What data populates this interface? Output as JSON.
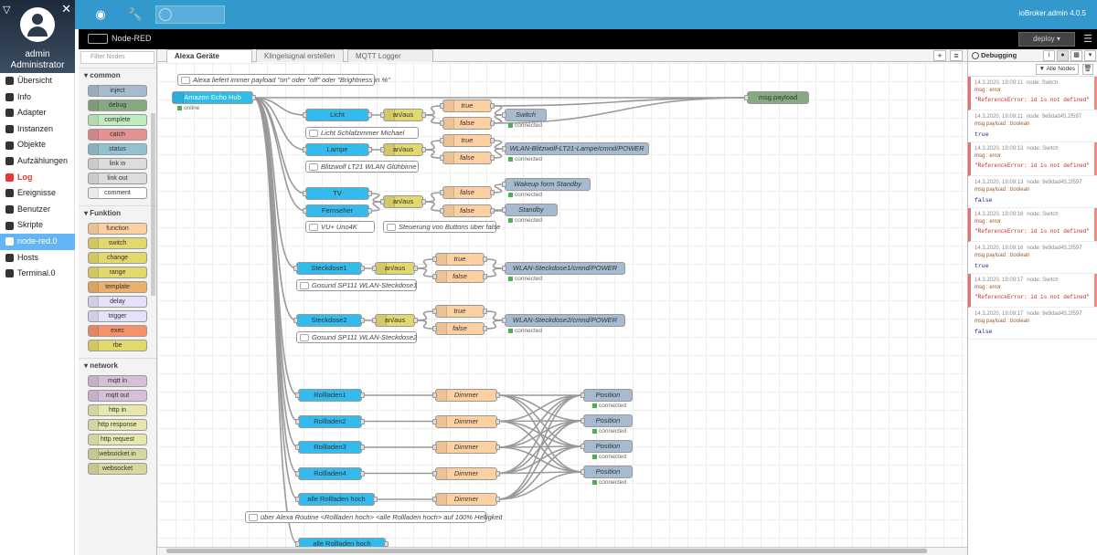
{
  "iobroker": {
    "user": {
      "name": "admin",
      "role": "Administrator"
    },
    "nav": [
      {
        "label": "Übersicht",
        "icon": "grid-icon"
      },
      {
        "label": "Info",
        "icon": "info-icon"
      },
      {
        "label": "Adapter",
        "icon": "adapter-icon"
      },
      {
        "label": "Instanzen",
        "icon": "instances-icon"
      },
      {
        "label": "Objekte",
        "icon": "objects-icon"
      },
      {
        "label": "Aufzählungen",
        "icon": "enums-icon"
      },
      {
        "label": "Log",
        "icon": "log-icon"
      },
      {
        "label": "Ereignisse",
        "icon": "events-icon"
      },
      {
        "label": "Benutzer",
        "icon": "user-icon"
      },
      {
        "label": "Skripte",
        "icon": "code-icon"
      },
      {
        "label": "node-red.0",
        "icon": "node-red-icon"
      },
      {
        "label": "Hosts",
        "icon": "hosts-icon"
      },
      {
        "label": "Terminal.0",
        "icon": "terminal-icon"
      }
    ],
    "version": "ioBroker.admin 4.0.5"
  },
  "nodered": {
    "title": "Node-RED",
    "deploy_label": "deploy",
    "palette": {
      "filter_placeholder": "Filter Nodes",
      "categories": [
        {
          "name": "common",
          "nodes": [
            "inject",
            "debug",
            "complete",
            "catch",
            "status",
            "link in",
            "link out",
            "comment"
          ],
          "colors": [
            "#a6bbcf",
            "#87a980",
            "#c0edc0",
            "#e49191",
            "#94c1d0",
            "#dddddd",
            "#dddddd",
            "#ffffff"
          ]
        },
        {
          "name": "Funktion",
          "nodes": [
            "function",
            "switch",
            "change",
            "range",
            "template",
            "delay",
            "trigger",
            "exec",
            "rbe"
          ],
          "colors": [
            "#fdd0a2",
            "#e2d96e",
            "#e2d96e",
            "#e2d96e",
            "#e9b16b",
            "#e6e0f8",
            "#e6e0f8",
            "#f3926b",
            "#e2d96e"
          ]
        },
        {
          "name": "network",
          "nodes": [
            "mqtt in",
            "mqtt out",
            "http in",
            "http response",
            "http request",
            "websocket in",
            "websocket"
          ],
          "colors": [
            "#d8bfd8",
            "#d8bfd8",
            "#e7e7ae",
            "#e7e7ae",
            "#e7e7ae",
            "#d7d7a0",
            "#d7d7a0"
          ]
        }
      ]
    },
    "tabs": [
      "Alexa Geräte",
      "Klingelsignal erstellen",
      "MQTT Logger"
    ],
    "flow": {
      "comments": [
        "Alexa liefert immer payload \"on\" oder \"off\" oder \"Brightness in %\"",
        "Licht Schlafzimmer Michael",
        "Blitzwolf LT21 WLAN Glühbirne",
        "VU+ Uno4K",
        "Steuerung von Buttons über false",
        "Gosund SP111 WLAN-Steckdose1",
        "Gosund SP111 WLAN-Steckdose2",
        "über Alexa Routine <Rollladen hoch> <alle Rollladen hoch> auf 100% Helligkeit"
      ],
      "hub": {
        "label": "Amazon Echo Hub",
        "status": "online"
      },
      "devices": [
        "Licht",
        "Lampe",
        "TV",
        "Fernseher",
        "Steckdose1",
        "Steckdose2",
        "Rollladen1",
        "Rollladen2",
        "Rollladen3",
        "Rollladen4",
        "alle Rollladen hoch"
      ],
      "switch_label": "an/aus",
      "functions": {
        "true": "true",
        "false": "false",
        "dimmer": "Dimmer"
      },
      "outputs": [
        "Switch",
        "WLAN-Blitzwolf-LT21-Lampe/cmnd/POWER",
        "Wakeup form Standby",
        "Standby",
        "WLAN-Steckdose1/cmnd/POWER",
        "WLAN-Steckdose2/cmnd/POWER",
        "Position"
      ],
      "connected": "connected",
      "debug_node": "msg.payload"
    },
    "debug": {
      "title": "Debugging",
      "filter_label": "Alle Nodes",
      "messages": [
        {
          "ts": "14.3.2020, 19:09:11",
          "node": "node: Switch",
          "type": "msg : error",
          "err": "\"ReferenceError: id is not defined\"",
          "ts2": "14.3.2020, 19:09:11",
          "node2": "node: 9e9dad45.2f597",
          "lbl": "msg.payload : boolean",
          "val": "true"
        },
        {
          "ts": "14.3.2020, 19:09:13",
          "node": "node: Switch",
          "type": "msg : error",
          "err": "\"ReferenceError: id is not defined\"",
          "ts2": "14.3.2020, 19:09:13",
          "node2": "node: 9e9dad45.2f597",
          "lbl": "msg.payload : boolean",
          "val": "false"
        },
        {
          "ts": "14.3.2020, 19:09:16",
          "node": "node: Switch",
          "type": "msg : error",
          "err": "\"ReferenceError: id is not defined\"",
          "ts2": "14.3.2020, 19:09:16",
          "node2": "node: 9e9dad45.2f597",
          "lbl": "msg.payload : boolean",
          "val": "true"
        },
        {
          "ts": "14.3.2020, 19:09:17",
          "node": "node: Switch",
          "type": "msg : error",
          "err": "\"ReferenceError: id is not defined\"",
          "ts2": "14.3.2020, 19:09:17",
          "node2": "node: 9e9dad45.2f597",
          "lbl": "msg.payload : boolean",
          "val": "false"
        }
      ]
    }
  }
}
